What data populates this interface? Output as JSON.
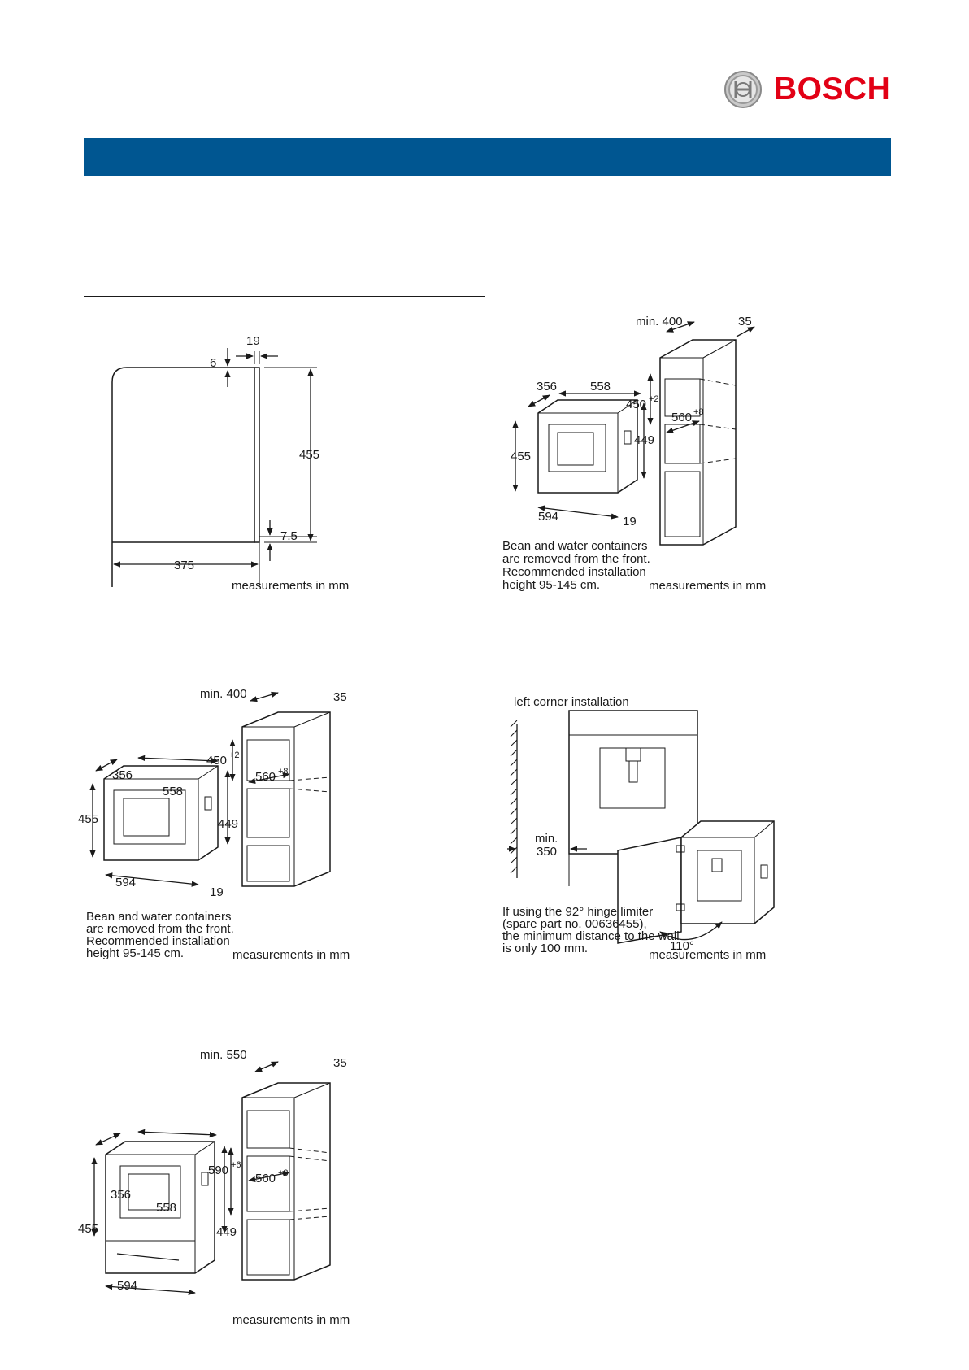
{
  "brand": {
    "name": "BOSCH",
    "color": "#e20015",
    "banner_color": "#005691"
  },
  "units_note": "measurements in mm",
  "fig1": {
    "dims": {
      "d19": "19",
      "d6": "6",
      "d455": "455",
      "d7_5": "7.5",
      "d375": "375"
    }
  },
  "fig2": {
    "dims": {
      "min400": "min. 400",
      "d35": "35",
      "d450": "450",
      "d450_tol": "+2",
      "d560": "560",
      "d560_tol": "+8",
      "d356": "356",
      "d558": "558",
      "d455": "455",
      "d449": "449",
      "d594": "594",
      "d19": "19"
    },
    "note": [
      "Bean and water containers",
      "are removed from the front.",
      "Recommended installation",
      "height 95-145 cm."
    ]
  },
  "fig3": {
    "dims": {
      "min400": "min. 400",
      "d35": "35",
      "d450": "450",
      "d450_tol": "+2",
      "d560": "560",
      "d560_tol": "+8",
      "d356": "356",
      "d558": "558",
      "d455": "455",
      "d449": "449",
      "d594": "594",
      "d19": "19"
    },
    "note": [
      "Bean and water containers",
      "are removed from the front.",
      "Recommended installation",
      "height 95-145 cm."
    ]
  },
  "fig4": {
    "title": "left corner installation",
    "dims": {
      "min": "min.",
      "d350": "350",
      "angle": "110°"
    },
    "note": [
      "If using the 92° hinge limiter",
      "(spare part no. 00636455),",
      "the minimum distance to the wall",
      "is only 100 mm."
    ]
  },
  "fig5": {
    "dims": {
      "min550": "min. 550",
      "d35": "35",
      "d590": "590",
      "d590_tol": "+6",
      "d560": "560",
      "d560_tol": "+8",
      "d356": "356",
      "d558": "558",
      "d455": "455",
      "d449": "449",
      "d594": "594"
    }
  }
}
